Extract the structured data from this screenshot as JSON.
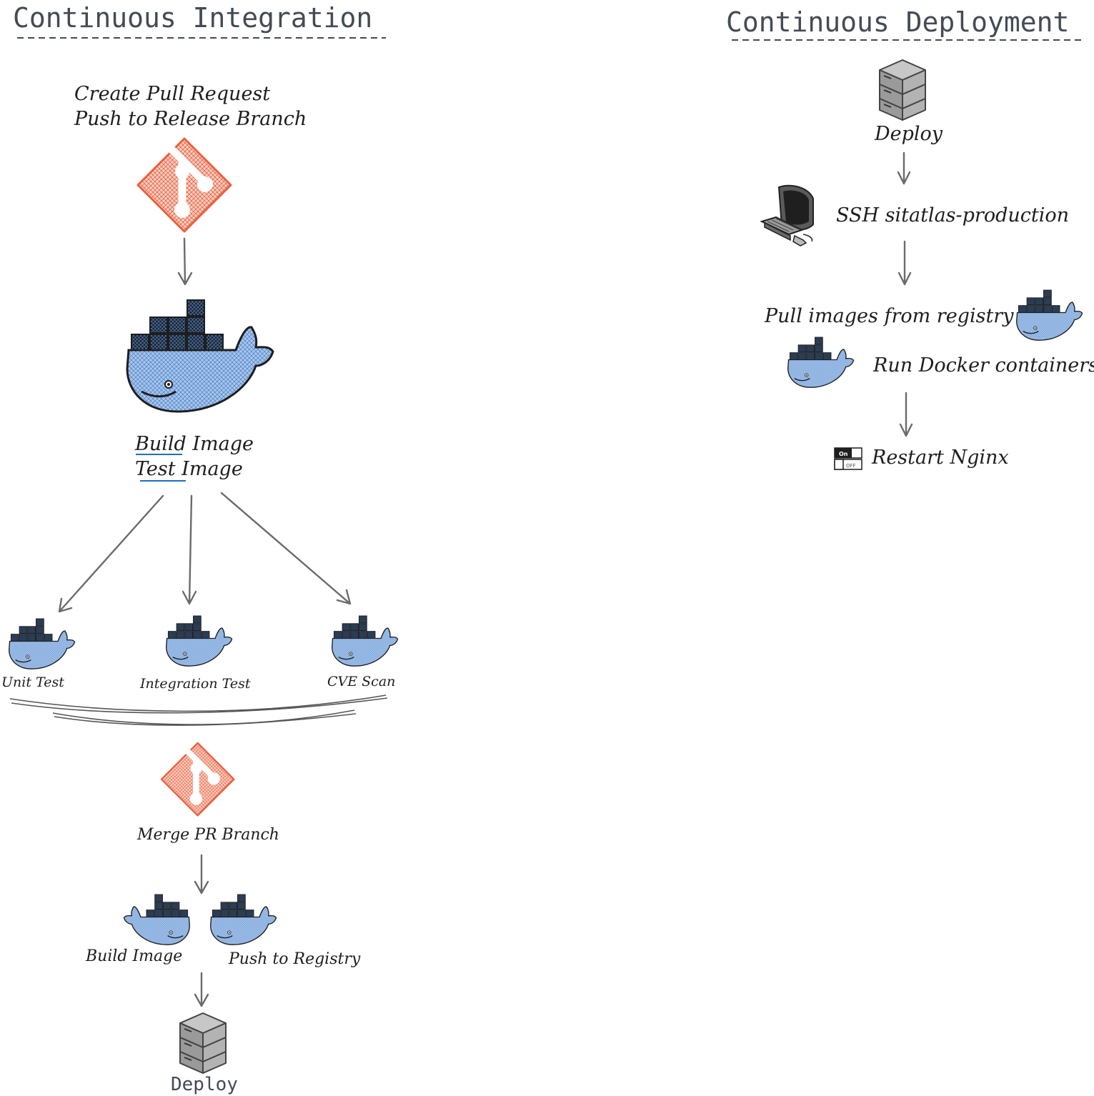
{
  "ci": {
    "title": "Continuous Integration",
    "pr_line1": "Create Pull Request",
    "pr_line2": "Push to Release Branch",
    "build_line1": "Build Image",
    "build_line2": "Test Image",
    "unit_test": "Unit Test",
    "integration_test": "Integration Test",
    "cve_scan": "CVE Scan",
    "merge": "Merge PR Branch",
    "build_image": "Build Image",
    "push_registry": "Push to Registry",
    "deploy": "Deploy"
  },
  "cd": {
    "title": "Continuous Deployment",
    "deploy": "Deploy",
    "ssh": "SSH sitatlas-production",
    "pull": "Pull images from registry",
    "run": "Run Docker containers",
    "restart": "Restart Nginx",
    "switch_on": "On",
    "switch_off": "OFF"
  },
  "icons": {
    "git": "git-icon",
    "docker": "docker-whale-icon",
    "server": "server-stack-icon",
    "computer": "computer-terminal-icon",
    "toggle": "toggle-switch-icon"
  },
  "colors": {
    "git": "#e8613f",
    "whale_fill": "#a9c6ec",
    "title": "#444b55",
    "arrow": "#6b6b6b",
    "underline": "#1971c2"
  }
}
